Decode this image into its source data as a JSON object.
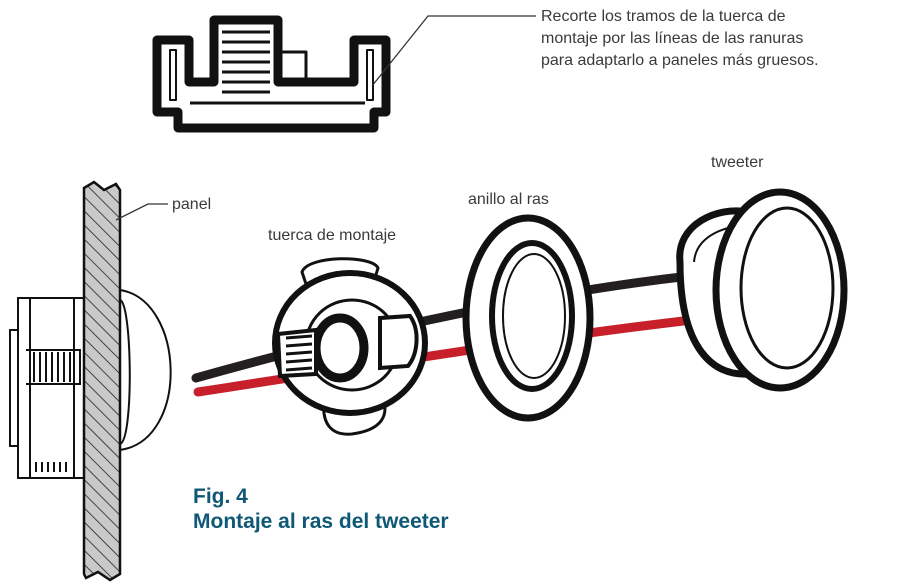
{
  "note": {
    "lines": [
      "Recorte los tramos de la tuerca de",
      "montaje por las líneas de las ranuras",
      "para adaptarlo a paneles más gruesos."
    ]
  },
  "labels": {
    "tweeter": "tweeter",
    "flush_ring": "anillo al ras",
    "panel": "panel",
    "mounting_nut": "tuerca de montaje"
  },
  "figure": {
    "number": "Fig. 4",
    "caption": "Montaje al ras del tweeter"
  },
  "colors": {
    "caption": "#0f5876",
    "red_wire": "#c8202a",
    "black_wire": "#231f20"
  }
}
